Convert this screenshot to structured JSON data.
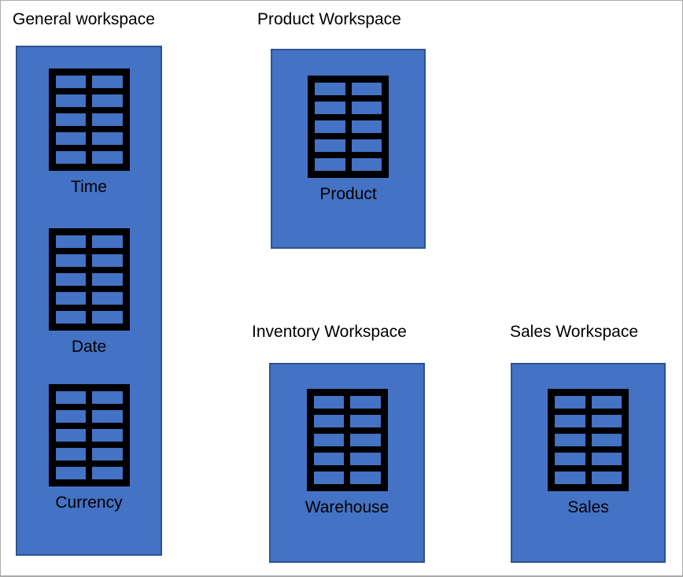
{
  "colors": {
    "box_fill": "#4472C4",
    "box_border": "#2F528F",
    "icon_color": "#000000",
    "text_color": "#000000",
    "canvas_border": "#ABABAB"
  },
  "workspaces": [
    {
      "title": "General workspace",
      "tables": [
        {
          "label": "Time"
        },
        {
          "label": "Date"
        },
        {
          "label": "Currency"
        }
      ]
    },
    {
      "title": "Product Workspace",
      "tables": [
        {
          "label": "Product"
        }
      ]
    },
    {
      "title": "Inventory Workspace",
      "tables": [
        {
          "label": "Warehouse"
        }
      ]
    },
    {
      "title": "Sales Workspace",
      "tables": [
        {
          "label": "Sales"
        }
      ]
    }
  ]
}
